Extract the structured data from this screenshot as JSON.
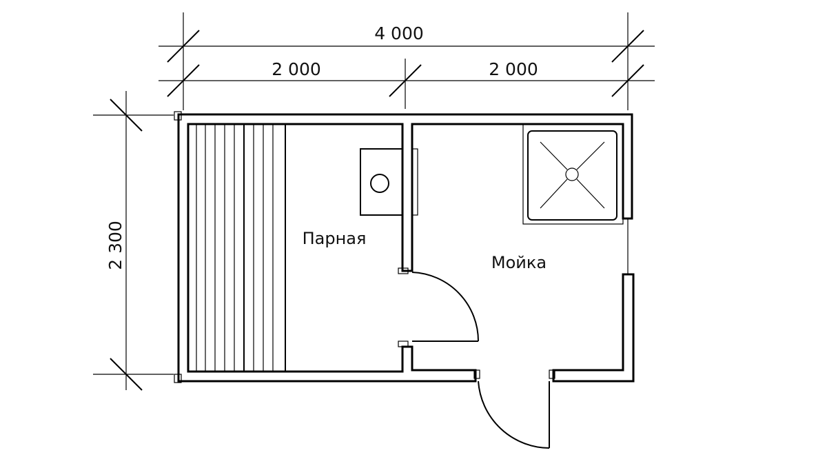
{
  "dimensions": {
    "total_width": "4 000",
    "left_width": "2 000",
    "right_width": "2 000",
    "height": "2 300"
  },
  "rooms": {
    "steam_room": "Парная",
    "washroom": "Мойка"
  }
}
